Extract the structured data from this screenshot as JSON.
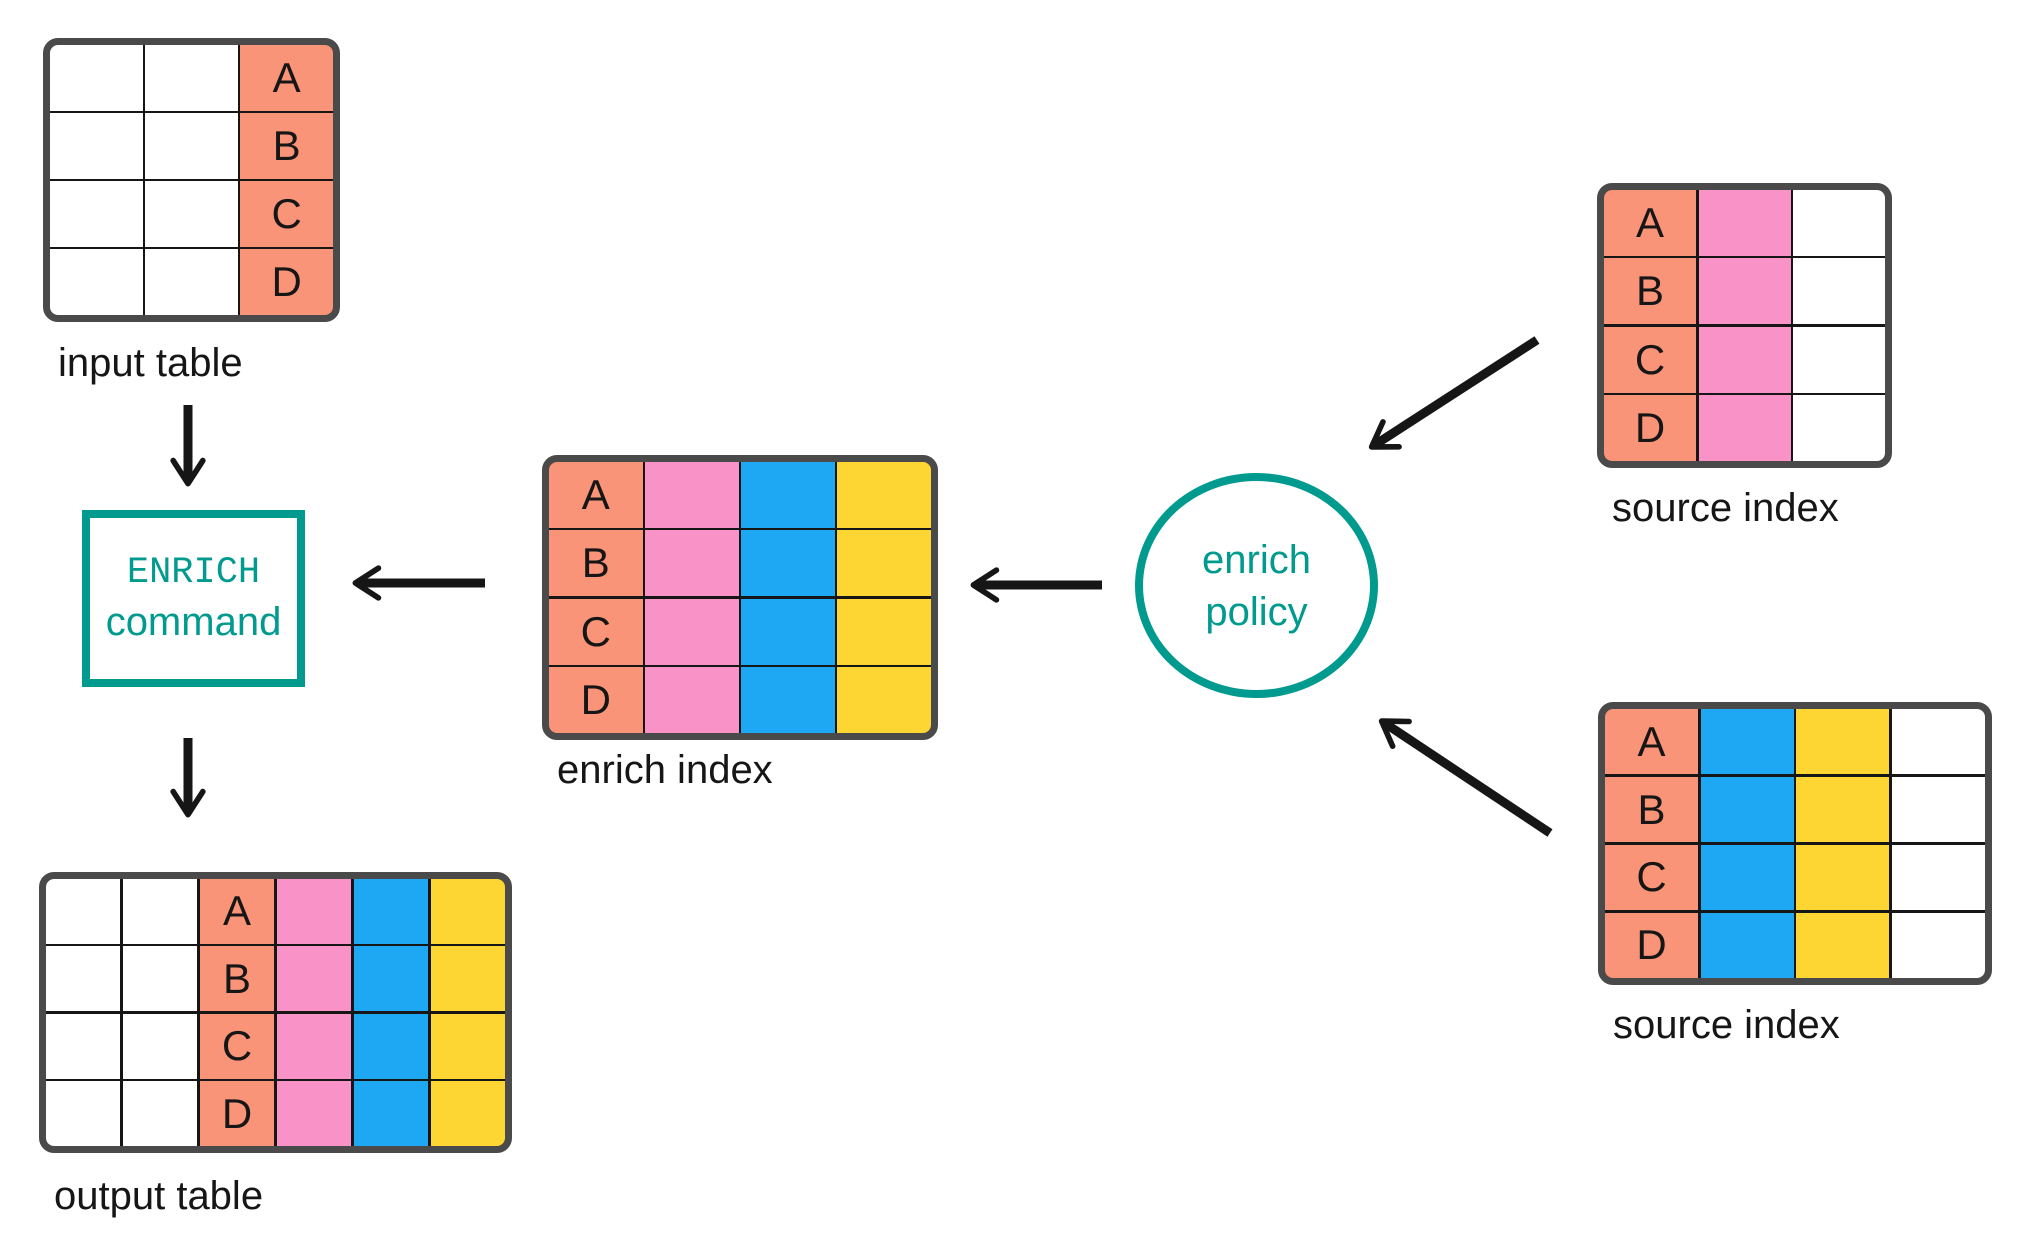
{
  "colors": {
    "background": "#ffffff",
    "salmon": "#fa9478",
    "pink": "#f892c7",
    "blue": "#1ea7f2",
    "yellow": "#fed633",
    "teal": "#009a8f",
    "frame": "#4a4a4a",
    "ink": "#161616",
    "white": "#ffffff"
  },
  "tables": [
    {
      "id": "input-table",
      "label": "input table",
      "row_keys": [
        "A",
        "B",
        "C",
        "D"
      ],
      "columns": [
        "white",
        "white",
        "salmon"
      ],
      "letter_col": 2
    },
    {
      "id": "enrich-index",
      "label": "enrich index",
      "row_keys": [
        "A",
        "B",
        "C",
        "D"
      ],
      "columns": [
        "salmon",
        "pink",
        "blue",
        "yellow"
      ],
      "letter_col": 0
    },
    {
      "id": "source-index-top",
      "label": "source index",
      "row_keys": [
        "A",
        "B",
        "C",
        "D"
      ],
      "columns": [
        "salmon",
        "pink",
        "white"
      ],
      "letter_col": 0
    },
    {
      "id": "source-index-bottom",
      "label": "source index",
      "row_keys": [
        "A",
        "B",
        "C",
        "D"
      ],
      "columns": [
        "salmon",
        "blue",
        "yellow",
        "white"
      ],
      "letter_col": 0
    },
    {
      "id": "output-table",
      "label": "output table",
      "row_keys": [
        "A",
        "B",
        "C",
        "D"
      ],
      "columns": [
        "white",
        "white",
        "salmon",
        "pink",
        "blue",
        "yellow"
      ],
      "letter_col": 2
    }
  ],
  "enrich_command": {
    "line1": "ENRICH",
    "line2": "command"
  },
  "enrich_policy": {
    "line1": "enrich",
    "line2": "policy"
  }
}
